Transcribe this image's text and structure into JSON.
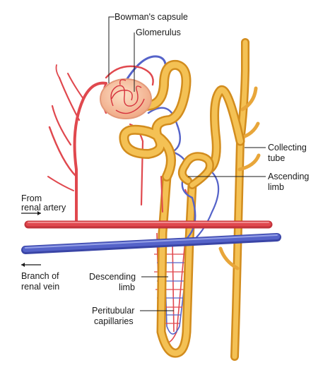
{
  "labels": {
    "bowmans_capsule": "Bowman's capsule",
    "glomerulus": "Glomerulus",
    "collecting_tube_1": "Collecting",
    "collecting_tube_2": "tube",
    "ascending_limb_1": "Ascending",
    "ascending_limb_2": "limb",
    "from_renal_artery_1": "From",
    "from_renal_artery_2": "renal artery",
    "branch_renal_vein_1": "Branch of",
    "branch_renal_vein_2": "renal vein",
    "descending_limb_1": "Descending",
    "descending_limb_2": "limb",
    "peritubular_1": "Peritubular",
    "peritubular_2": "capillaries"
  },
  "colors": {
    "artery": "#e0484e",
    "vein": "#5563c9",
    "tubule": "#f2b23a",
    "capsule": "#f7c7a8",
    "text": "#1a1a1a"
  }
}
